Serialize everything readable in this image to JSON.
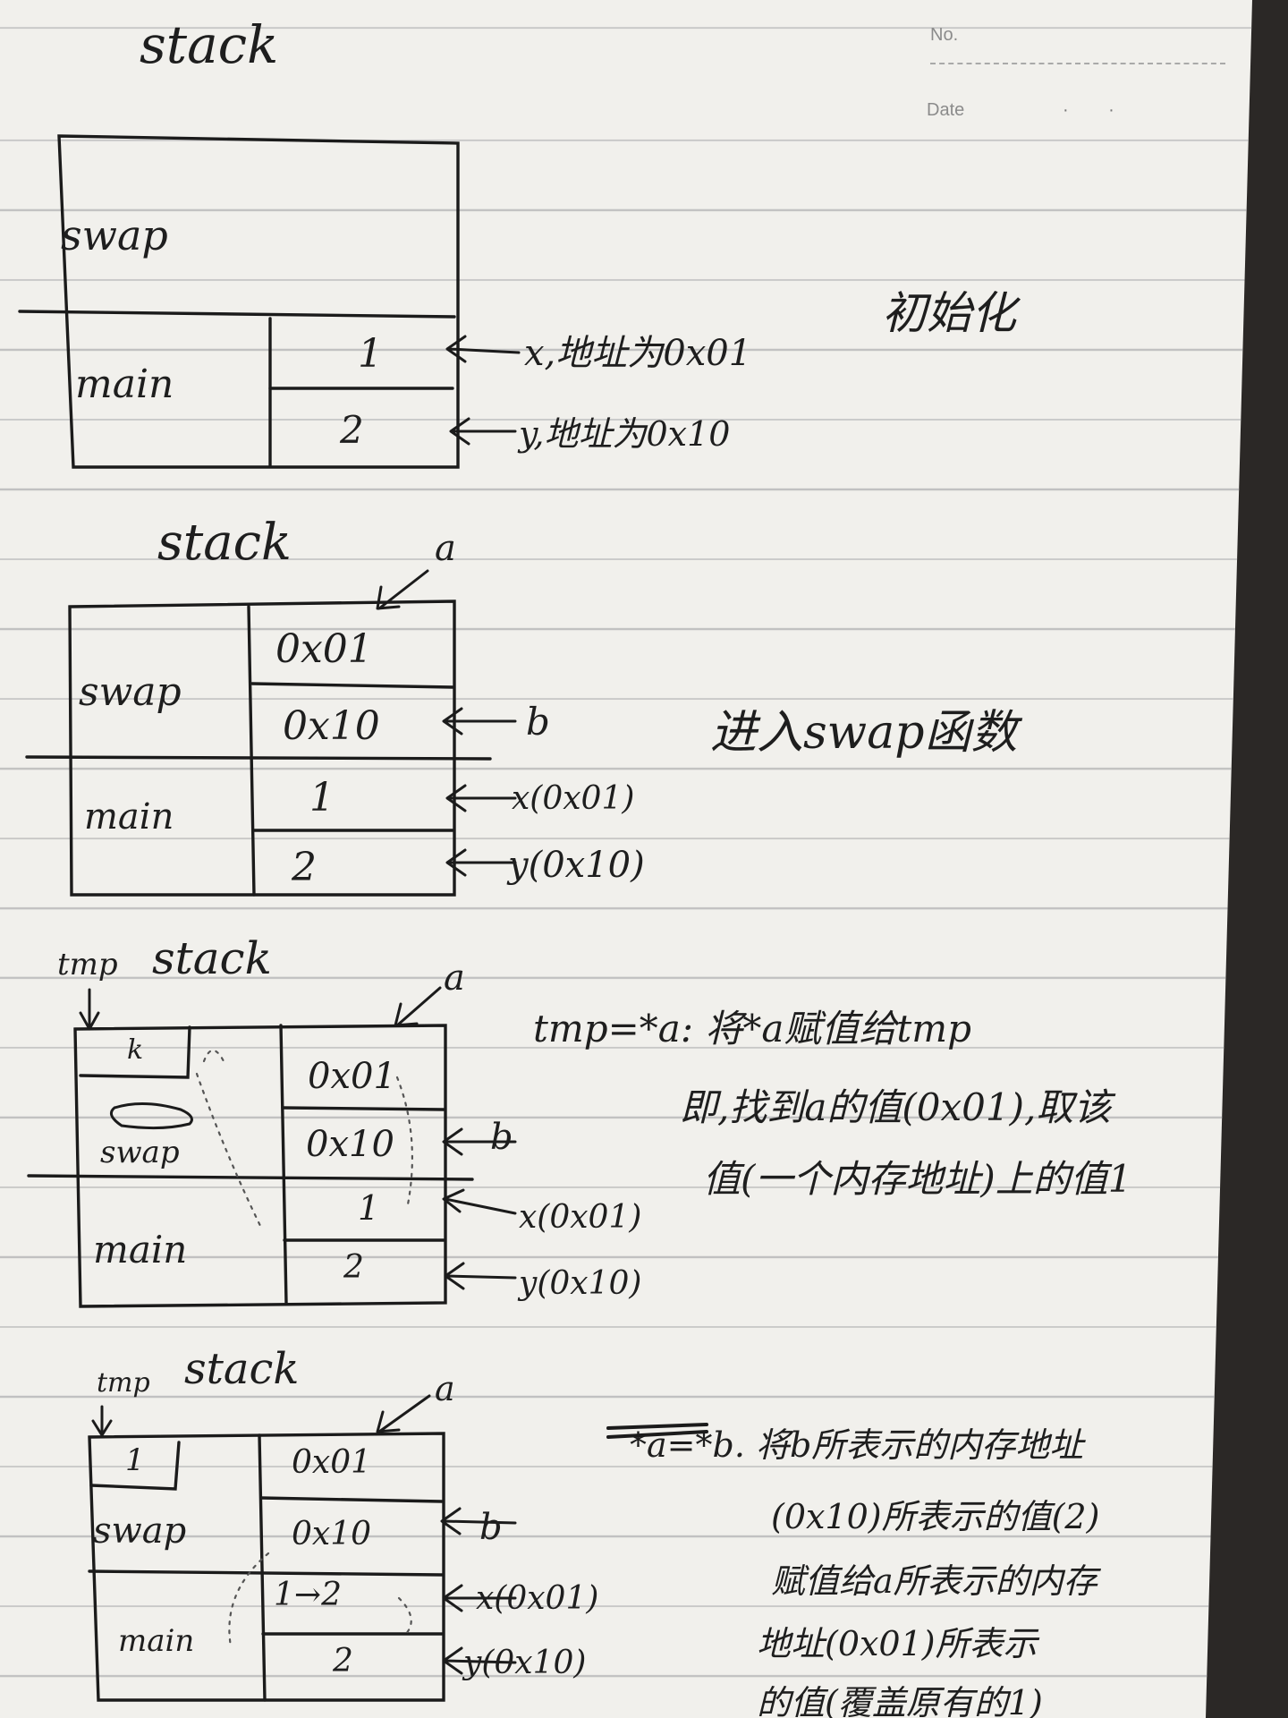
{
  "header": {
    "no_label": "No.",
    "date_label": "Date"
  },
  "diagram1": {
    "title": "stack",
    "frame_swap": "swap",
    "frame_main": "main",
    "cell_x": "1",
    "cell_y": "2",
    "note_x": "x,地址为0x01",
    "note_y": "y,地址为0x10",
    "side_note": "初始化"
  },
  "diagram2": {
    "title": "stack",
    "pointer_a": "a",
    "frame_swap": "swap",
    "frame_main": "main",
    "cell_a": "0x01",
    "cell_b": "0x10",
    "cell_x": "1",
    "cell_y": "2",
    "note_b": "b",
    "note_x": "x(0x01)",
    "note_y": "y(0x10)",
    "side_note": "进入swap函数"
  },
  "diagram3": {
    "tmp_label": "tmp",
    "title": "stack",
    "pointer_a": "a",
    "frame_swap": "swap",
    "frame_main": "main",
    "cell_tmp": "k",
    "cell_a": "0x01",
    "cell_b": "0x10",
    "cell_x": "1",
    "cell_y": "2",
    "note_b": "b",
    "note_x": "x(0x01)",
    "note_y": "y(0x10)",
    "side_note_lines": [
      "tmp=*a: 将*a赋值给tmp",
      "即,找到a的值(0x01),取该",
      "值(一个内存地址)上的值1"
    ]
  },
  "diagram4": {
    "tmp_label": "tmp",
    "title": "stack",
    "pointer_a": "a",
    "frame_swap": "swap",
    "frame_main": "main",
    "cell_tmp": "1",
    "cell_a": "0x01",
    "cell_b": "0x10",
    "cell_x": "1→2",
    "cell_y": "2",
    "note_b": "b",
    "note_x": "x(0x01)",
    "note_y": "y(0x10)",
    "side_note_lines": [
      "*a=*b. 将b所表示的内存地址",
      "(0x10)所表示的值(2)",
      "赋值给a所表示的内存",
      "地址(0x01)所表示",
      "的值(覆盖原有的1)"
    ]
  }
}
